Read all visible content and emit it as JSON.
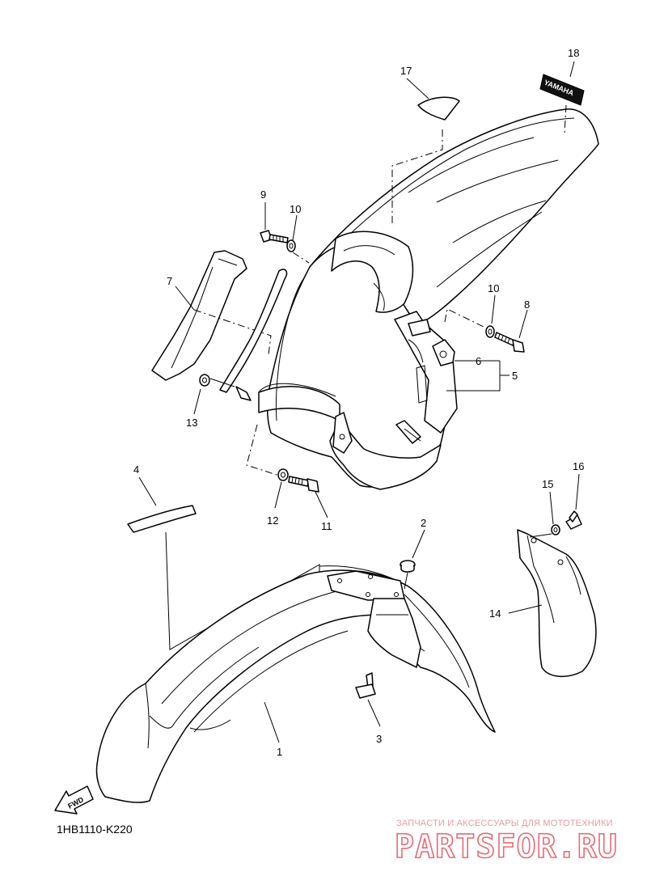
{
  "diagram_code": "1HB1110-K220",
  "fwd_label": "FWD",
  "brand_badge": "YAMAHA",
  "callouts": {
    "c1": "1",
    "c2": "2",
    "c3": "3",
    "c4": "4",
    "c5": "5",
    "c6": "6",
    "c7": "7",
    "c8": "8",
    "c9": "9",
    "c10a": "10",
    "c10b": "10",
    "c11": "11",
    "c12": "12",
    "c13": "13",
    "c14": "14",
    "c15": "15",
    "c16": "16",
    "c17": "17",
    "c18": "18"
  },
  "watermark": {
    "subtitle": "ЗАПЧАСТИ И АКСЕССУАРЫ ДЛЯ МОТОТЕХНИКИ",
    "brand": "PARTSFOR.RU"
  }
}
